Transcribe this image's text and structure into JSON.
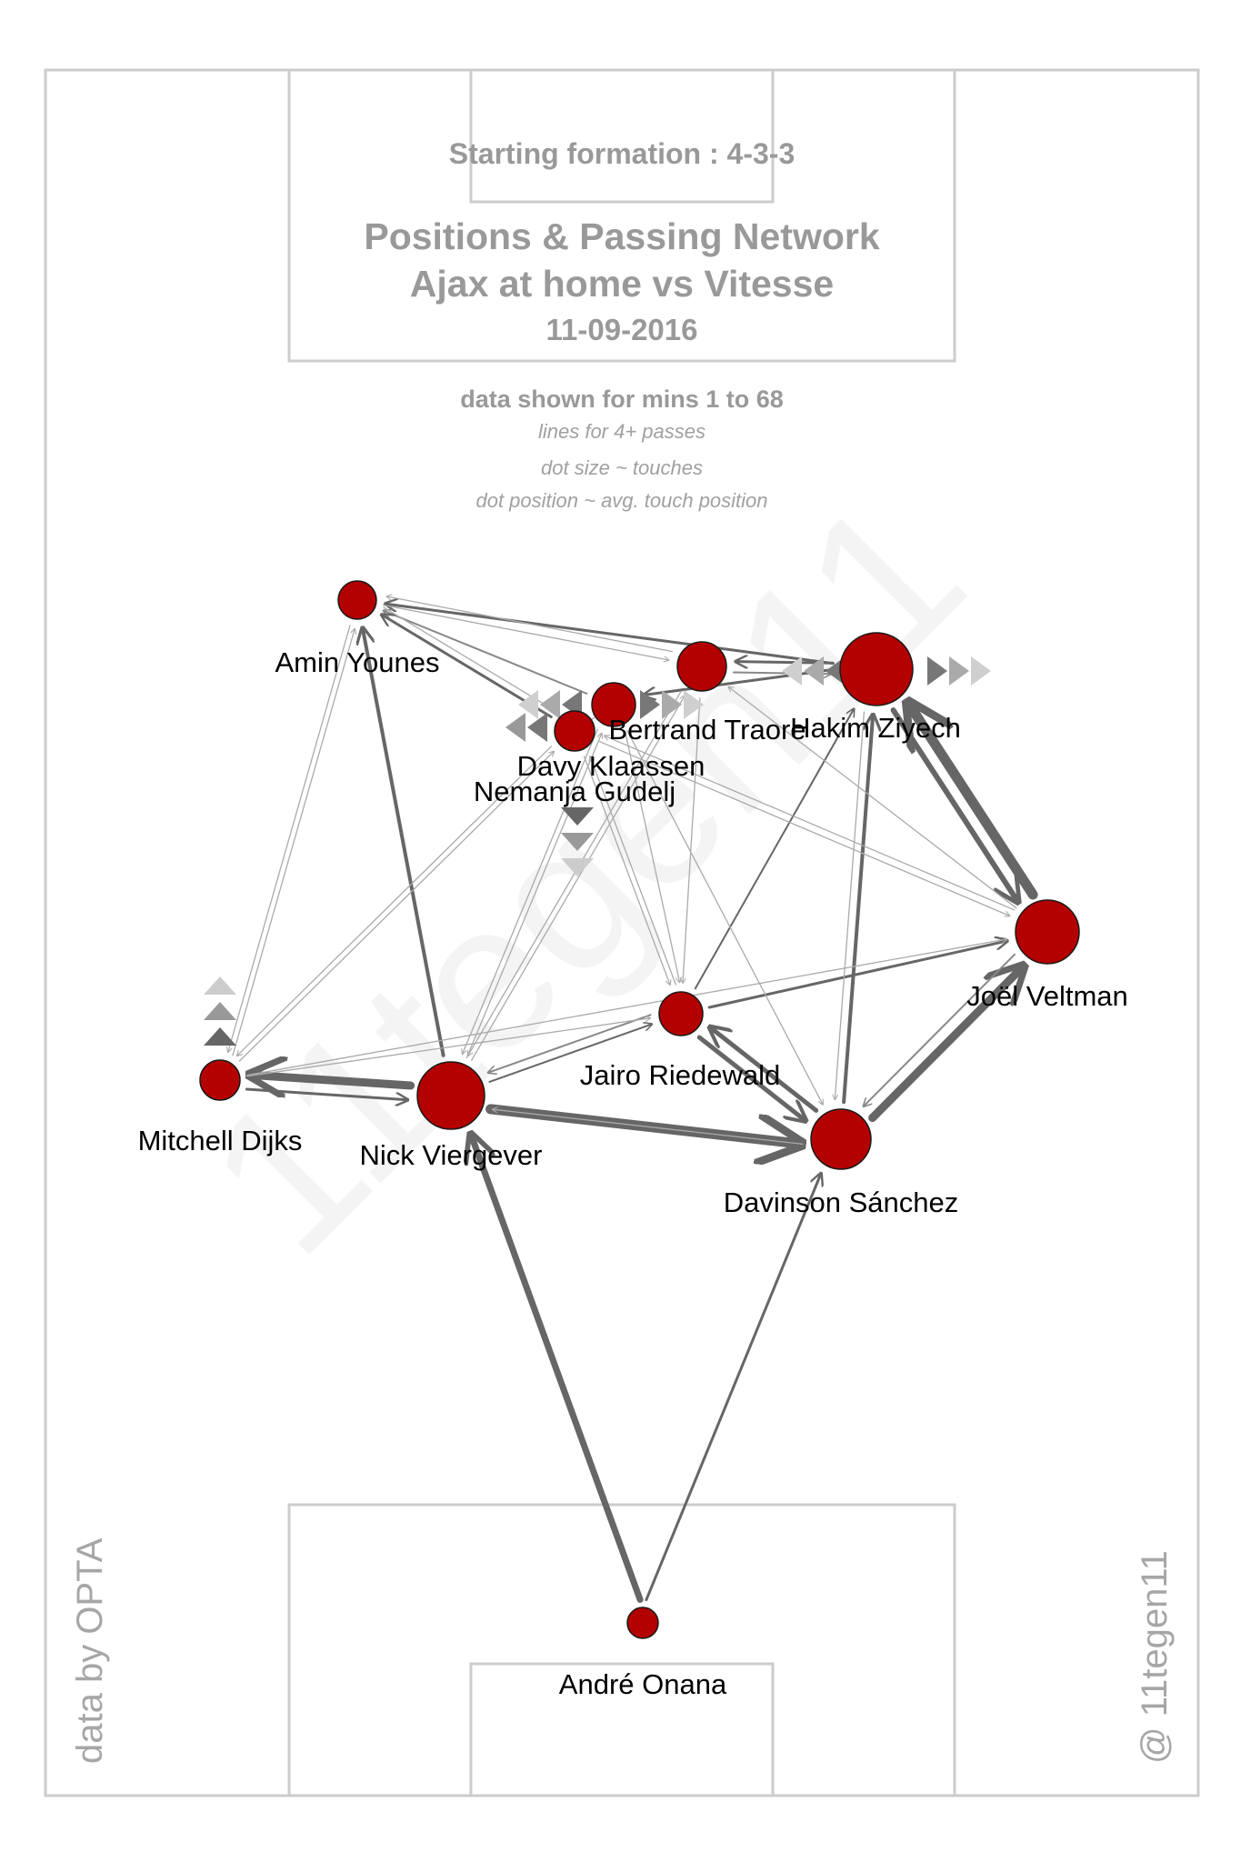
{
  "header": {
    "formation": "Starting formation : 4-3-3",
    "title_line1": "Positions & Passing Network",
    "title_line2": "Ajax at home vs Vitesse",
    "date": "11-09-2016"
  },
  "notes": {
    "range": "data shown for mins 1 to 68",
    "lines": "lines for 4+ passes",
    "dot_size": "dot size ~ touches",
    "dot_position": "dot position ~ avg. touch position"
  },
  "credits": {
    "source": "data by OPTA",
    "author": "@ 11tegen11",
    "watermark": "11tegen11"
  },
  "colors": {
    "dot": "#b30000",
    "pitch": "#cccccc",
    "title": "#999999"
  },
  "players": [
    {
      "id": "younes",
      "name": "Amin Younes"
    },
    {
      "id": "traore",
      "name": "Bertrand Traore"
    },
    {
      "id": "ziyech",
      "name": "Hakim Ziyech"
    },
    {
      "id": "klaassen",
      "name": "Davy Klaassen"
    },
    {
      "id": "gudelj",
      "name": "Nemanja Gudelj"
    },
    {
      "id": "veltman",
      "name": "Joël Veltman"
    },
    {
      "id": "riedewald",
      "name": "Jairo Riedewald"
    },
    {
      "id": "dijks",
      "name": "Mitchell Dijks"
    },
    {
      "id": "viergever",
      "name": "Nick Viergever"
    },
    {
      "id": "sanchez",
      "name": "Davinson Sánchez"
    },
    {
      "id": "onana",
      "name": "André Onana"
    }
  ]
}
